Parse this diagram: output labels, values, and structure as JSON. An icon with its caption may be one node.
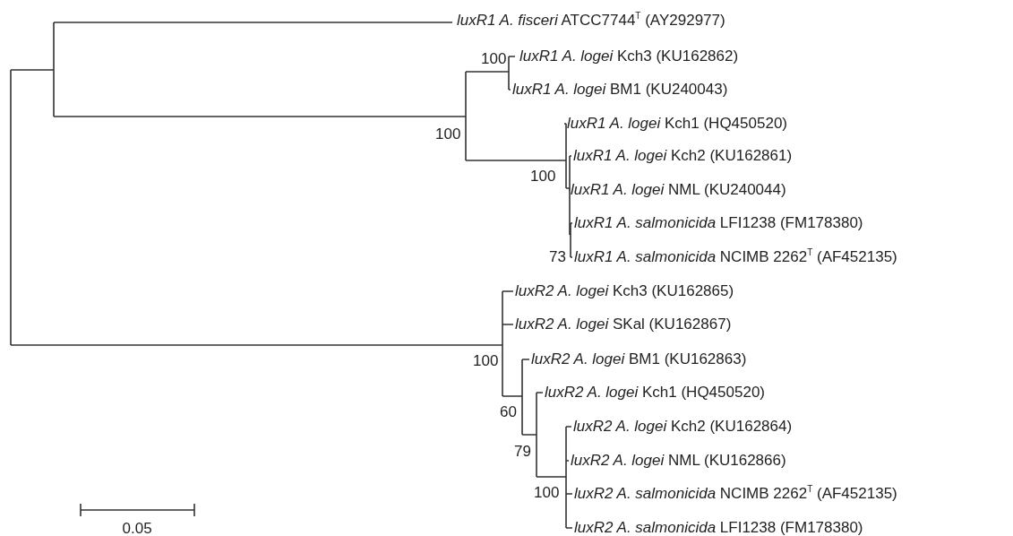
{
  "diagram": {
    "nodes": [
      {
        "text": [
          "*luxR1 A. fisceri* ATCC7744$^{T}$ (AY292977)"
        ]
      },
      {
        "text": [
          "*luxR1 A. logei* Kch3 (KU162862)"
        ]
      },
      {
        "text": [
          "*luxR1 A. logei* BM1 (KU240043)"
        ]
      },
      {
        "text": [
          "*luxR1 A. logei* Kch1 (HQ450520)"
        ]
      },
      {
        "text": [
          "*luxR1 A. logei* Kch2 (KU162861)"
        ]
      },
      {
        "text": [
          "*luxR1 A. logei* NML (KU240044)"
        ]
      },
      {
        "text": [
          "*luxR1 A. salmonicida* LFI1238 (FM178380)"
        ]
      },
      {
        "text": [
          "*luxR1 A. salmonicida* NCIMB 2262$^{T}$ (AF452135)"
        ]
      },
      {
        "text": [
          "*luxR2 A. logei* Kch3 (KU162865)"
        ]
      },
      {
        "text": [
          "*luxR2 A. logei* SKal (KU162867)"
        ]
      },
      {
        "text": [
          "*luxR2 A. logei* BM1 (KU162863)"
        ]
      },
      {
        "text": [
          "*luxR2 A. logei* Kch1 (HQ450520)"
        ]
      },
      {
        "text": [
          "*luxR2 A. logei* Kch2 (KU162864)"
        ]
      },
      {
        "text": [
          "*luxR2 A. logei* NML (KU162866)"
        ]
      },
      {
        "text": [
          "*luxR2 A. salmonicida* NCIMB 2262$^{T}$ (AF452135)"
        ]
      },
      {
        "text": [
          "*luxR2 A. salmonicida* LFI1238 (FM178380)"
        ]
      }
    ],
    "labels": [
      "100",
      "100",
      "100",
      "73",
      "100",
      "60",
      "79",
      "100",
      "0.05"
    ]
  }
}
